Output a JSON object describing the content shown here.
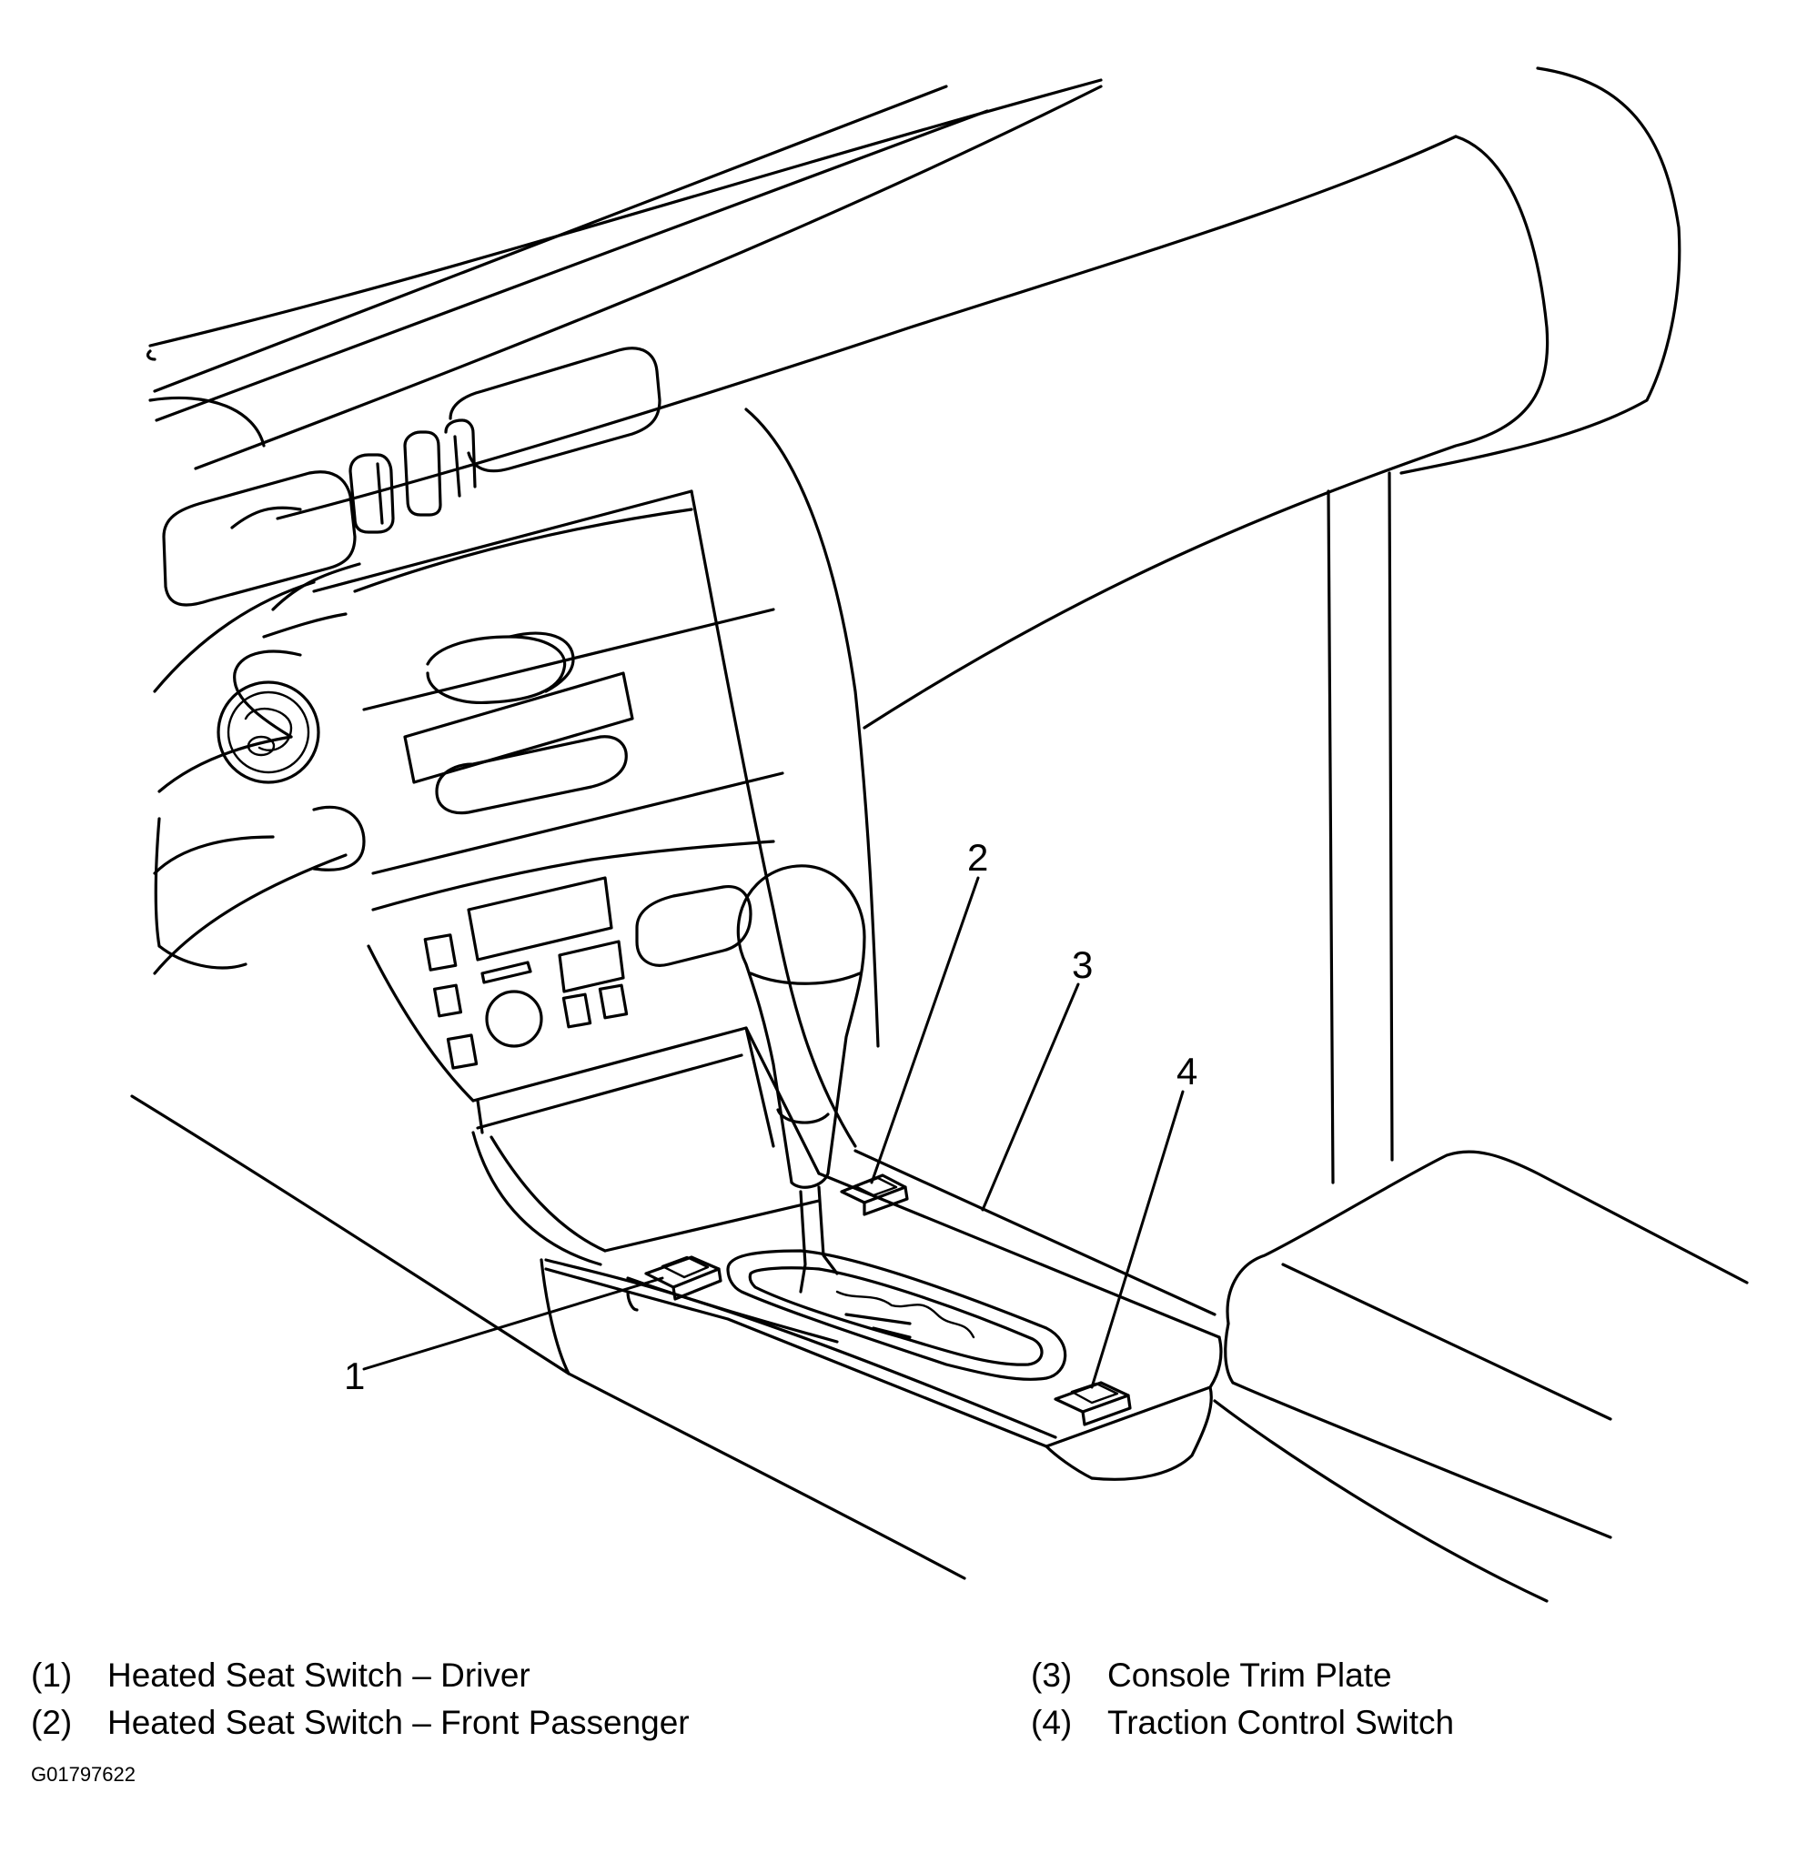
{
  "callouts": [
    {
      "number": "1"
    },
    {
      "number": "2"
    },
    {
      "number": "3"
    },
    {
      "number": "4"
    }
  ],
  "legend": [
    {
      "number": "(1)",
      "label": "Heated Seat Switch – Driver"
    },
    {
      "number": "(2)",
      "label": "Heated Seat Switch – Front Passenger"
    },
    {
      "number": "(3)",
      "label": "Console Trim Plate"
    },
    {
      "number": "(4)",
      "label": "Traction Control Switch"
    }
  ],
  "figure_id": "G01797622"
}
